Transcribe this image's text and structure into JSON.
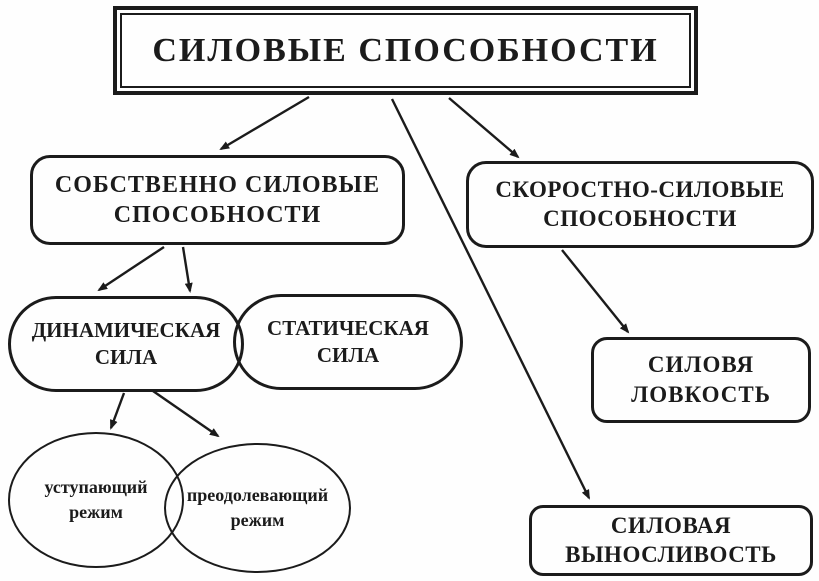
{
  "diagram_title": "СИЛОВЫЕ СПОСОБНОСТИ",
  "colors": {
    "ink": "#1b1b1b",
    "background": "#ffffff"
  },
  "nodes": {
    "root": {
      "text": "СИЛОВЫЕ СПОСОБНОСТИ"
    },
    "own_strength": {
      "line1": "СОБСТВЕННО СИЛОВЫЕ",
      "line2": "СПОСОБНОСТИ"
    },
    "speed_strength": {
      "line1": "СКОРОСТНО-СИЛОВЫЕ",
      "line2": "СПОСОБНОСТИ"
    },
    "dynamic_force": {
      "line1": "ДИНАМИЧЕСКАЯ",
      "line2": "СИЛА"
    },
    "static_force": {
      "line1": "СТАТИЧЕСКАЯ",
      "line2": "СИЛА"
    },
    "strength_agility": {
      "line1": "СИЛОВЯ",
      "line2": "ЛОВКОСТЬ"
    },
    "strength_endurance": {
      "line1": "СИЛОВАЯ",
      "line2": "ВЫНОСЛИВОСТЬ"
    },
    "yielding_mode": {
      "line1": "уступающий",
      "line2": "режим"
    },
    "overcoming_mode": {
      "line1": "преодолевающий",
      "line2": "режим"
    }
  }
}
